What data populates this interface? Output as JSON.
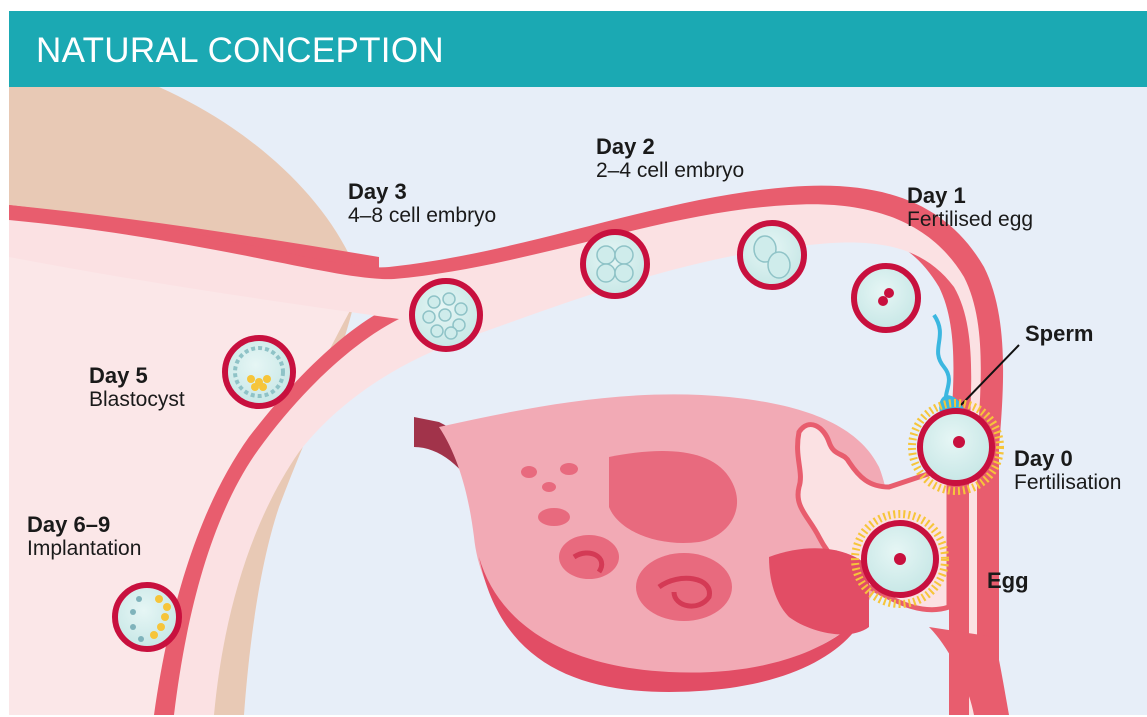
{
  "title": "NATURAL CONCEPTION",
  "stages": {
    "day2": {
      "day": "Day 2",
      "desc": "2–4 cell embryo"
    },
    "day3": {
      "day": "Day 3",
      "desc": "4–8 cell embryo"
    },
    "day1": {
      "day": "Day 1",
      "desc": "Fertilised egg"
    },
    "day5": {
      "day": "Day 5",
      "desc": "Blastocyst"
    },
    "day0": {
      "day": "Day 0",
      "desc": "Fertilisation"
    },
    "day69": {
      "day": "Day 6–9",
      "desc": "Implantation"
    }
  },
  "labels": {
    "sperm": "Sperm",
    "egg": "Egg"
  },
  "colors": {
    "header": "#1ba9b3",
    "background": "#e7eef8",
    "tube_wall": "#e85d6e",
    "tube_lumen": "#fbe1e3",
    "uterus_tissue": "#f9dfe0",
    "outer_tissue": "#e8c9b5",
    "ovary": "#f2aab5",
    "embryo_ring": "#c8103e",
    "cell_fill": "#d9f0ef",
    "cell_nucleus": "#5f9aa3",
    "sperm": "#3bb7e0",
    "corona": "#f6c53a"
  }
}
